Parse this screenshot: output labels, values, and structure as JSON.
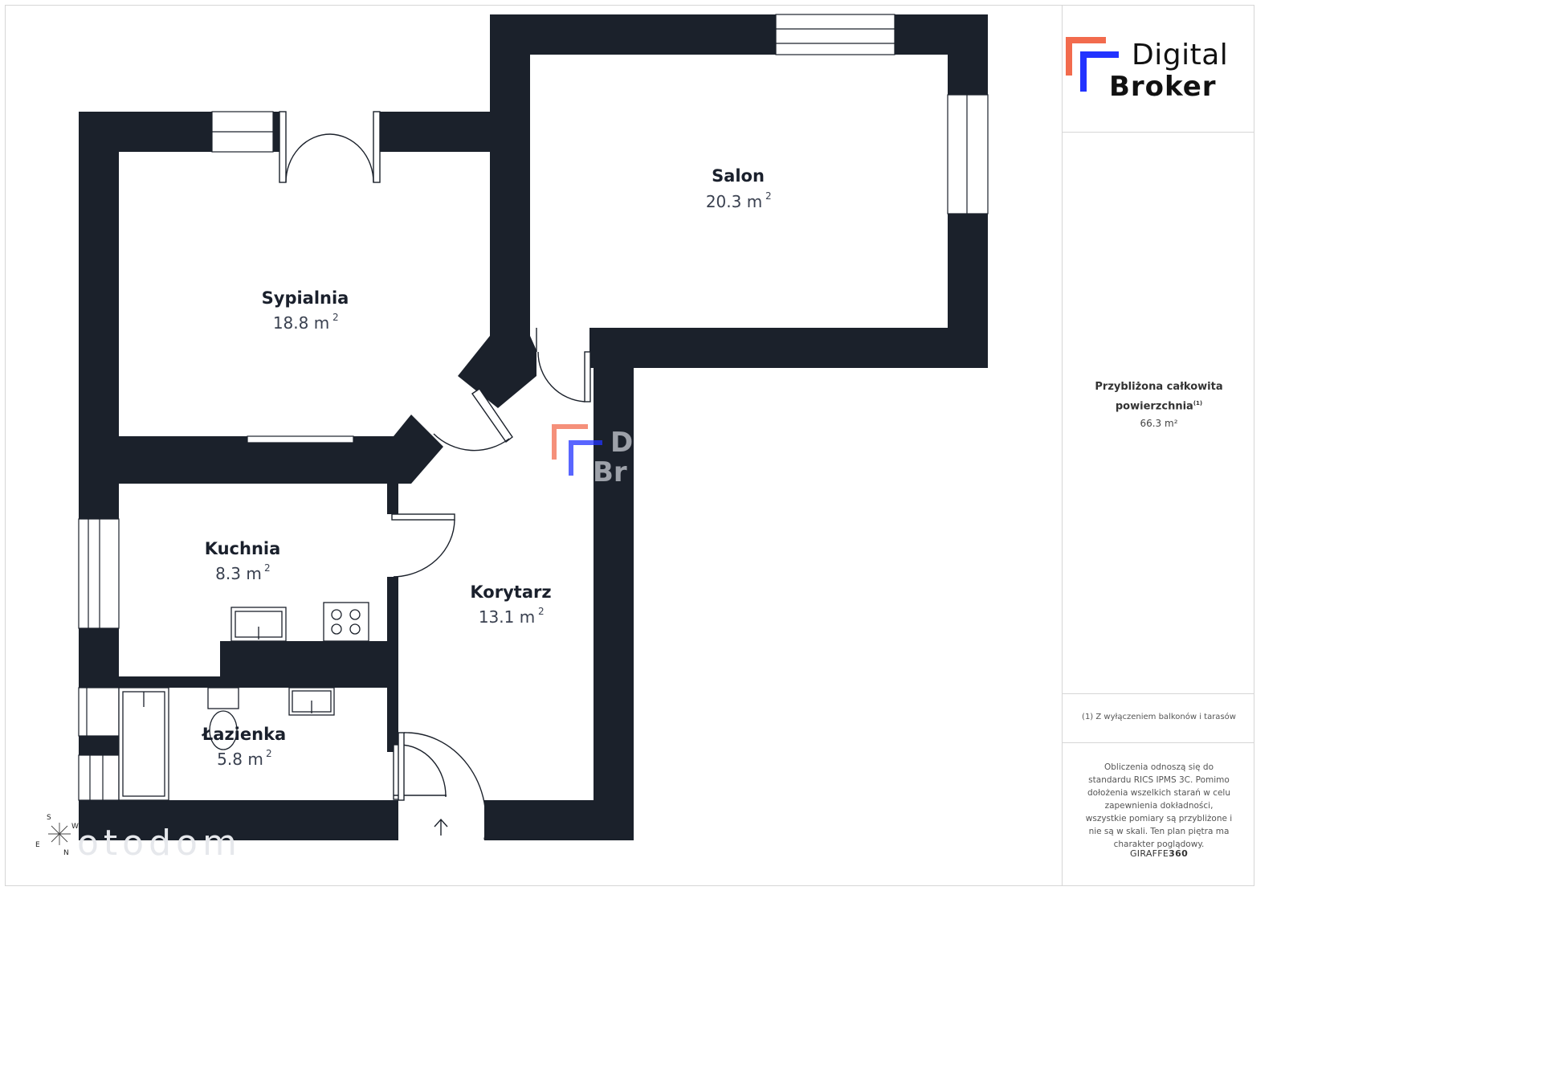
{
  "brand": {
    "line1": "Digital",
    "line2": "Broker",
    "accent_colors": {
      "orange": "#f26b4d",
      "blue": "#2233ff",
      "dark": "#111111"
    }
  },
  "rooms": [
    {
      "id": "salon",
      "name": "Salon",
      "area": "20.3 m",
      "unit_exp": "2"
    },
    {
      "id": "sypialnia",
      "name": "Sypialnia",
      "area": "18.8 m",
      "unit_exp": "2"
    },
    {
      "id": "kuchnia",
      "name": "Kuchnia",
      "area": "8.3 m",
      "unit_exp": "2"
    },
    {
      "id": "korytarz",
      "name": "Korytarz",
      "area": "13.1 m",
      "unit_exp": "2"
    },
    {
      "id": "lazienka",
      "name": "Łazienka",
      "area": "5.8 m",
      "unit_exp": "2"
    }
  ],
  "summary": {
    "label_line1": "Przybliżona całkowita",
    "label_line2": "powierzchnia",
    "label_footnote_mark": "(1)",
    "total_area": "66.3 m²"
  },
  "footnote": "(1) Z wyłączeniem balkonów i tarasów",
  "disclaimer": "Obliczenia odnoszą się do standardu RICS IPMS 3C. Pomimo dołożenia wszelkich starań w celu zapewnienia dokładności, wszystkie pomiary są przybliżone i nie są w skali. Ten plan piętra ma charakter poglądowy.",
  "credit": {
    "prefix": "GIRAFFE",
    "suffix": "360"
  },
  "compass": {
    "s": "S",
    "w": "W",
    "e": "E",
    "n": "N"
  },
  "watermark": {
    "text_a": "D",
    "text_b": "Br",
    "otodom": "otodom"
  },
  "colors": {
    "wall": "#1b212b",
    "line": "#1b212b",
    "paper": "#ffffff"
  }
}
